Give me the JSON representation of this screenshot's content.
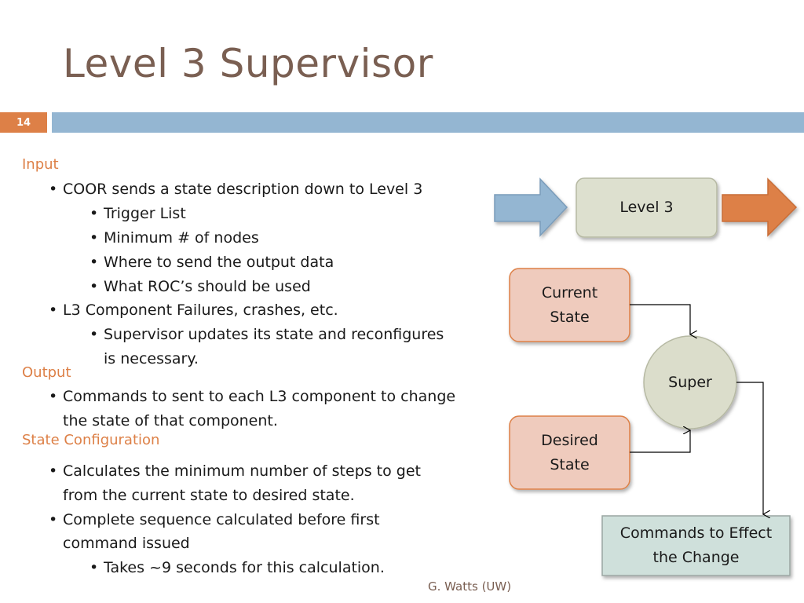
{
  "slide": {
    "title": "Level 3 Supervisor",
    "number": "14",
    "footer": "G. Watts (UW)"
  },
  "sections": {
    "input": {
      "heading": "Input",
      "items": [
        "COOR sends a state description down to Level 3",
        "Trigger List",
        "Minimum # of nodes",
        "Where to send the output data",
        "What ROC’s should be used",
        "L3 Component Failures, crashes, etc.",
        "Supervisor updates its state and reconfigures",
        "is necessary."
      ]
    },
    "output": {
      "heading": "Output",
      "items": [
        "Commands to sent to each L3 component to change",
        "the state of that component."
      ]
    },
    "state_config": {
      "heading": "State Configuration",
      "items": [
        "Calculates the minimum number of steps to get",
        "from the current state to desired state.",
        "Complete sequence calculated before first",
        "command issued",
        "Takes ~9 seconds for this calculation."
      ]
    }
  },
  "diagram": {
    "level3": "Level 3",
    "current_state": [
      "Current",
      "State"
    ],
    "desired_state": [
      "Desired",
      "State"
    ],
    "super": "Super",
    "commands": [
      "Commands to Effect",
      "the Change"
    ],
    "colors": {
      "level3_fill": "#dde0cf",
      "state_fill": "#efcbbd",
      "super_fill": "#dbddcb",
      "commands_fill": "#cfe0db",
      "blue_arrow": "#94b6d2",
      "orange_arrow": "#dd8047"
    }
  }
}
